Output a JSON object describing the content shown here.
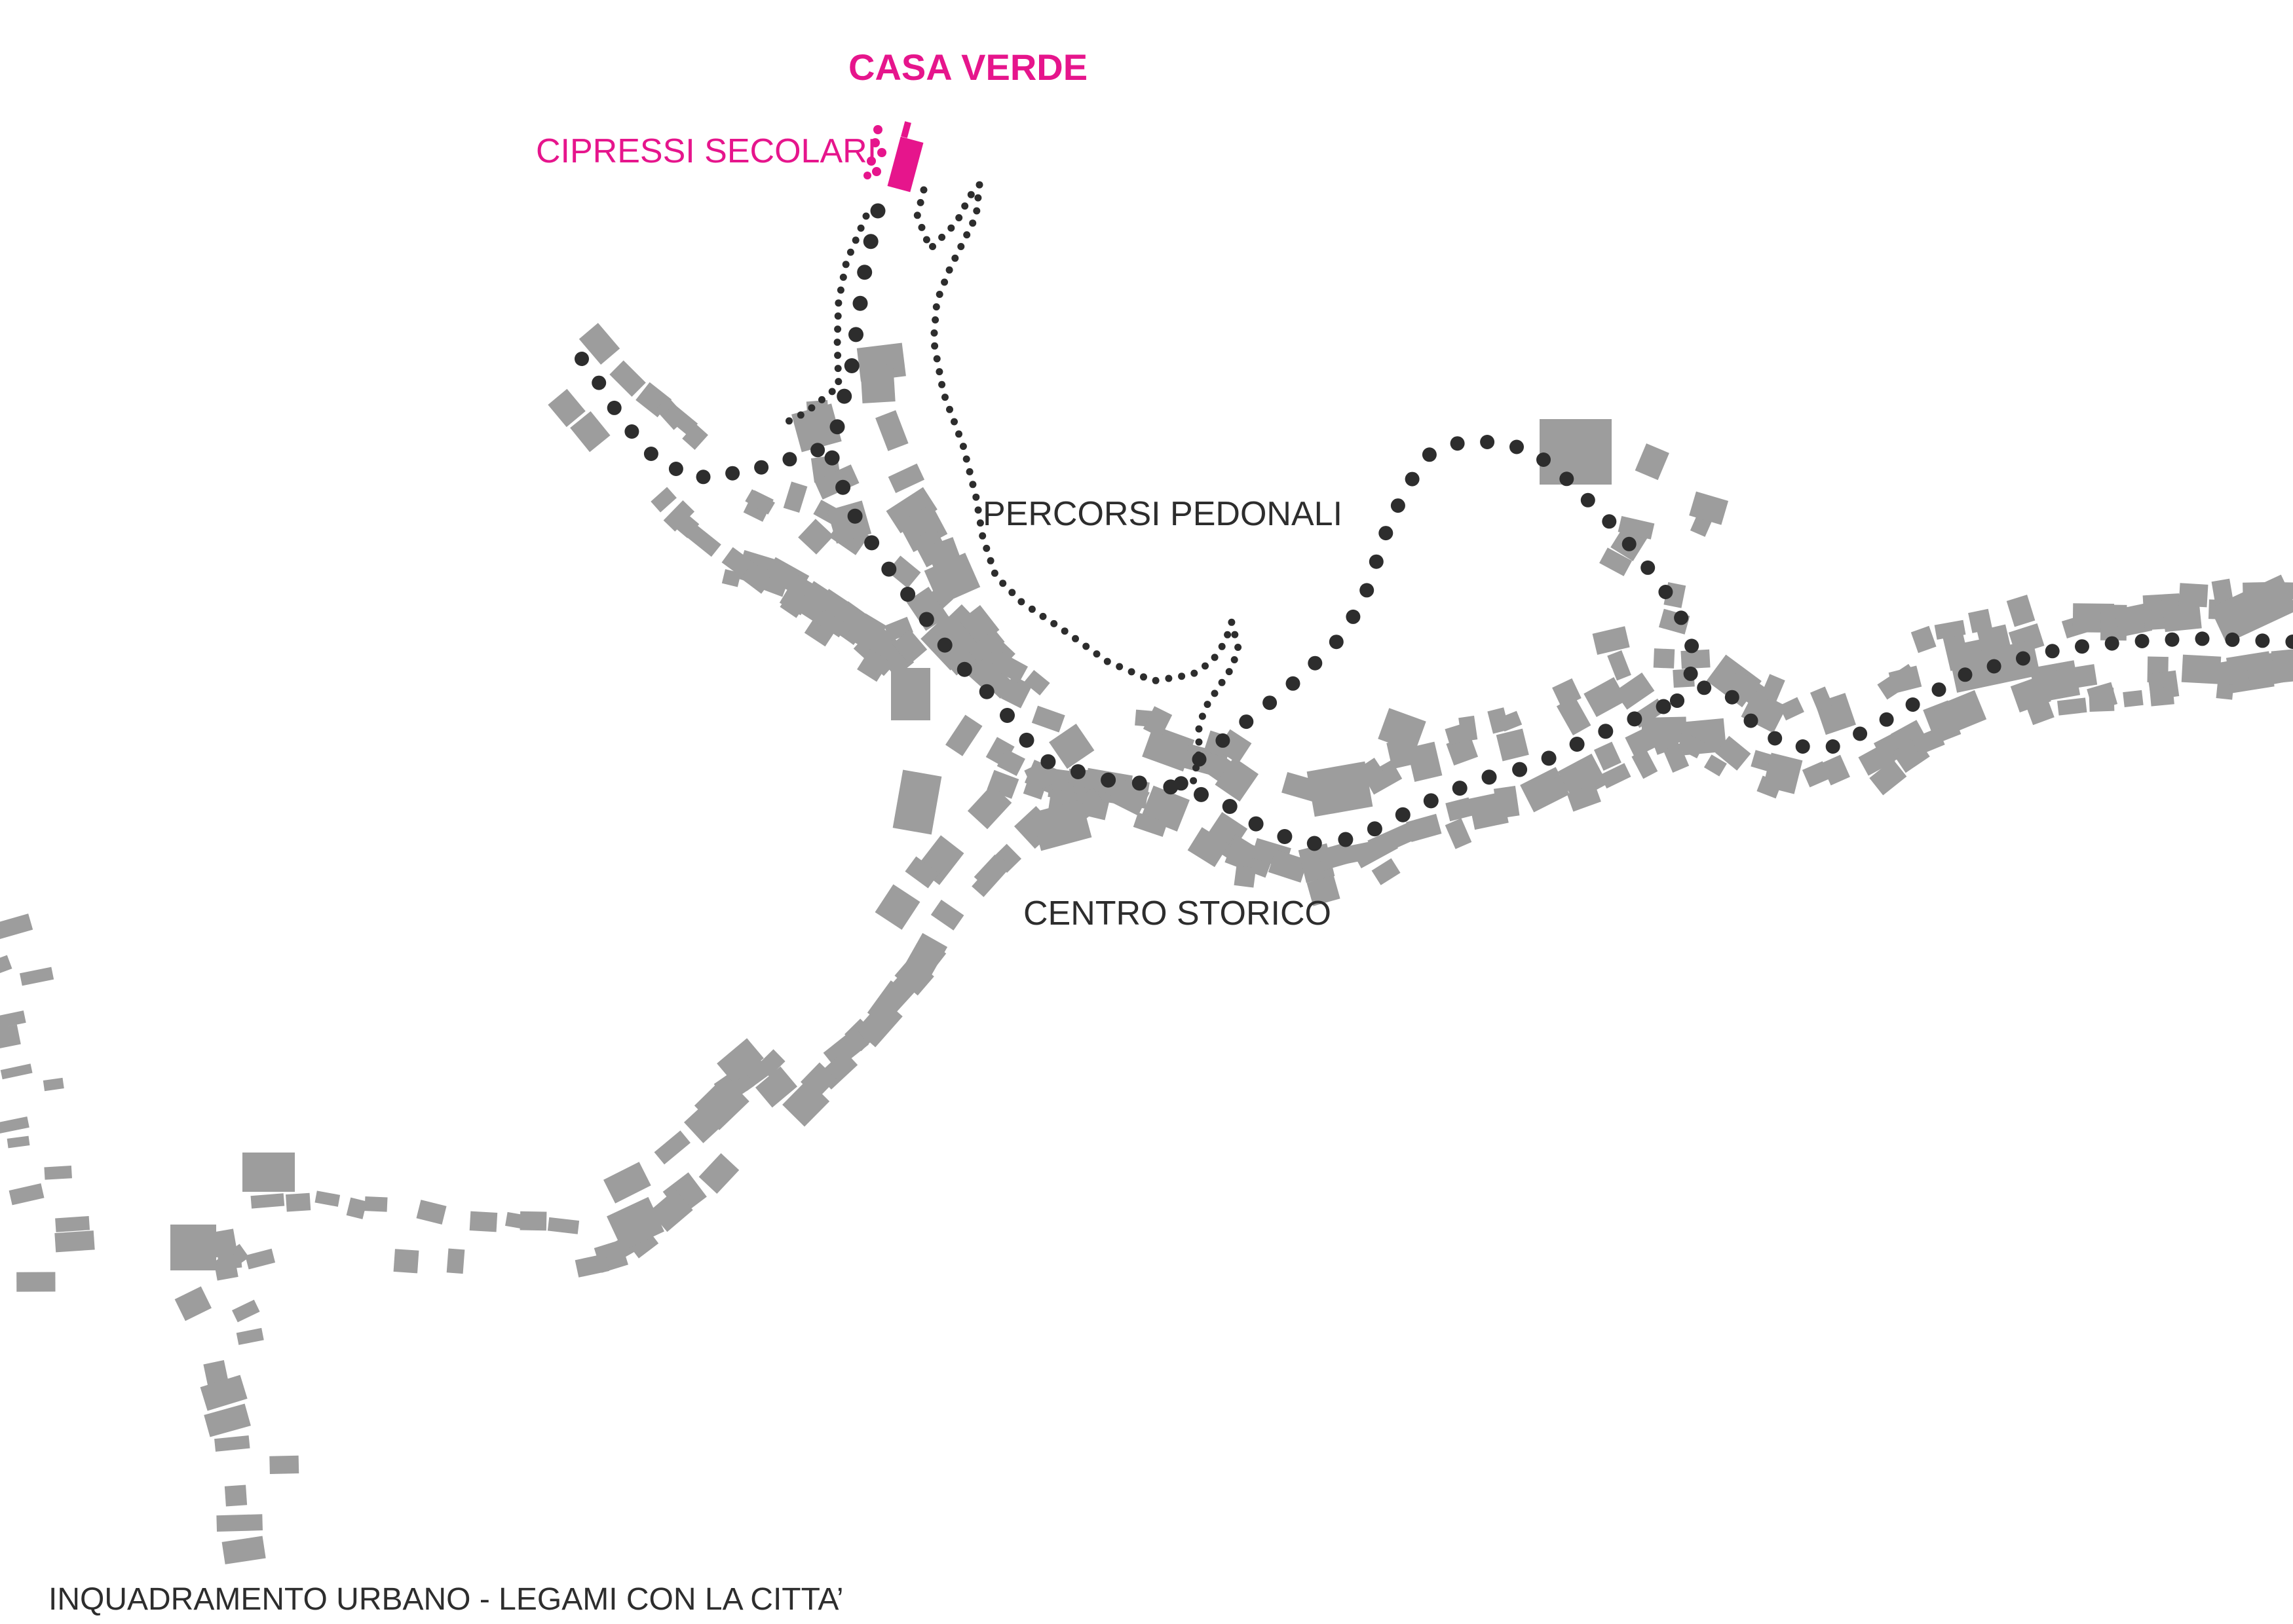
{
  "map": {
    "caption": "INQUADRAMENTO URBANO - LEGAMI CON LA CITTA’",
    "labels": {
      "casa_verde": "CASA VERDE",
      "cipressi_secolari": "CIPRESSI SECOLARI",
      "percorsi_pedonali": "PERCORSI PEDONALI",
      "centro_storico": "CENTRO STORICO"
    },
    "colors": {
      "background": "#ffffff",
      "buildings": "#9d9d9d",
      "paths": "#2d2d2d",
      "highlight": "#e6158c"
    },
    "legend_semantics": {
      "large-dots": "main pedestrian route",
      "small-dots": "secondary pedestrian path",
      "grey-blocks": "building footprints",
      "pink": "Casa Verde and cypress trees"
    }
  }
}
